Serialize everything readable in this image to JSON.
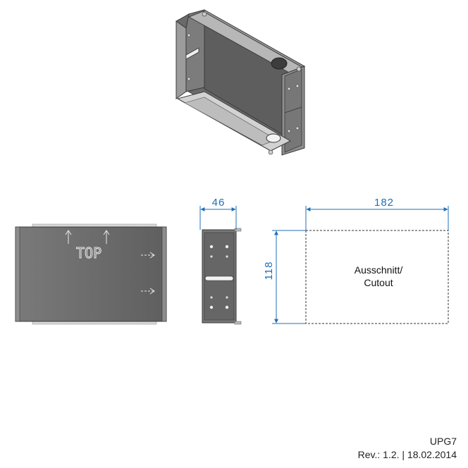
{
  "dimensions": {
    "depth": "46",
    "width": "182",
    "height": "118"
  },
  "front_label": "TOP",
  "cutout_label": {
    "line1": "Ausschnitt/",
    "line2": "Cutout"
  },
  "footer": {
    "model": "UPG7",
    "revision": "Rev.: 1.2. | 18.02.2014"
  },
  "colors": {
    "dimension": "#1f6fb8",
    "metal": "#6f6f6f",
    "metal_light": "#a5a5a5",
    "metal_dark": "#454545"
  }
}
